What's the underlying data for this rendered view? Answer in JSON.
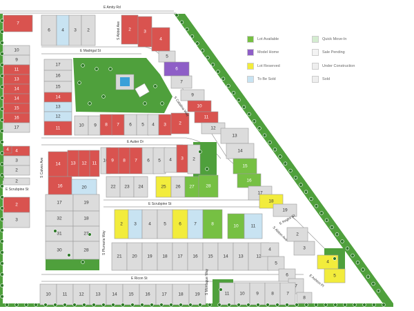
{
  "colors": {
    "available": "#76c043",
    "sold": "#d9534f",
    "model": "#8e5ec7",
    "reserved": "#f2ec3c",
    "quick": "#c8e3f2",
    "pending": "#e8e8e8",
    "construction": "#e8e8e8",
    "future": "#dcdcdc",
    "street": "#ffffff",
    "park": "#4fa03c",
    "roadEdge": "#9a9a9a"
  },
  "streets": {
    "amity": "E Amity Rd",
    "madrigal": "E Madrigal St",
    "abbot": "S Abbot Ave",
    "catalina": "S Catalina Way",
    "autier": "E Autier Dr",
    "calves": "S Calves Ave",
    "scrubpine_w": "E Scrubpine St",
    "scrubpine_c": "E Scrubpine St",
    "plumaria": "S Plumaria Way",
    "alston": "S Alston Ave",
    "keglor": "E Keglor St",
    "ricon": "E Ricon St",
    "montague": "S Montague Way",
    "ashton": "E Ashton Pl"
  },
  "legend": [
    {
      "key": "available",
      "label": "Lot Available",
      "color": "#76c043"
    },
    {
      "key": "quick",
      "label": "Quick Move-In",
      "color": "#d4ecd0"
    },
    {
      "key": "model",
      "label": "Model Home",
      "color": "#8e5ec7"
    },
    {
      "key": "pending",
      "label": "Sale Pending",
      "color": "#f3f3f3"
    },
    {
      "key": "reserved",
      "label": "Lot Reserved",
      "color": "#f2ec3c"
    },
    {
      "key": "construction",
      "label": "Under Construction",
      "color": "#eeeeee"
    },
    {
      "key": "sold_future",
      "label": "To Be Sold",
      "color": "#c8e3f2"
    },
    {
      "key": "sold",
      "label": "Sold",
      "color": "#eeeeee"
    }
  ],
  "lots": [
    {
      "n": "7",
      "s": "sold"
    },
    {
      "n": "6",
      "s": "future"
    },
    {
      "n": "4",
      "s": "quick"
    },
    {
      "n": "3",
      "s": "future"
    },
    {
      "n": "2",
      "s": "future"
    },
    {
      "n": "10",
      "s": "future"
    },
    {
      "n": "9",
      "s": "future"
    },
    {
      "n": "11",
      "s": "sold"
    },
    {
      "n": "13",
      "s": "sold"
    },
    {
      "n": "14",
      "s": "sold"
    },
    {
      "n": "14",
      "s": "sold"
    },
    {
      "n": "15",
      "s": "sold"
    },
    {
      "n": "16",
      "s": "sold"
    },
    {
      "n": "17",
      "s": "future"
    },
    {
      "n": "4",
      "s": "sold"
    },
    {
      "n": "3",
      "s": "future"
    },
    {
      "n": "2",
      "s": "future"
    },
    {
      "n": "17",
      "s": "future"
    },
    {
      "n": "16",
      "s": "future"
    },
    {
      "n": "15",
      "s": "future"
    },
    {
      "n": "14",
      "s": "sold"
    },
    {
      "n": "13",
      "s": "quick"
    },
    {
      "n": "12",
      "s": "quick"
    },
    {
      "n": "11",
      "s": "sold"
    },
    {
      "n": "2",
      "s": "sold"
    },
    {
      "n": "3",
      "s": "sold"
    },
    {
      "n": "4",
      "s": "sold"
    },
    {
      "n": "5",
      "s": "future"
    },
    {
      "n": "6",
      "s": "model"
    },
    {
      "n": "7",
      "s": "future"
    },
    {
      "n": "9",
      "s": "future"
    },
    {
      "n": "10",
      "s": "sold"
    },
    {
      "n": "11",
      "s": "sold"
    },
    {
      "n": "12",
      "s": "future"
    },
    {
      "n": "10",
      "s": "future"
    },
    {
      "n": "9",
      "s": "future"
    },
    {
      "n": "8",
      "s": "sold"
    },
    {
      "n": "7",
      "s": "sold"
    },
    {
      "n": "6",
      "s": "future"
    },
    {
      "n": "5",
      "s": "future"
    },
    {
      "n": "4",
      "s": "future"
    },
    {
      "n": "3",
      "s": "sold"
    },
    {
      "n": "2",
      "s": "sold"
    },
    {
      "n": "13",
      "s": "future"
    },
    {
      "n": "14",
      "s": "future"
    },
    {
      "n": "15",
      "s": "available"
    },
    {
      "n": "16",
      "s": "available"
    },
    {
      "n": "17",
      "s": "future"
    },
    {
      "n": "18",
      "s": "reserved"
    },
    {
      "n": "19",
      "s": "future"
    },
    {
      "n": "14",
      "s": "sold"
    },
    {
      "n": "13",
      "s": "sold"
    },
    {
      "n": "12",
      "s": "sold"
    },
    {
      "n": "11",
      "s": "sold"
    },
    {
      "n": "10",
      "s": "future"
    },
    {
      "n": "9",
      "s": "sold"
    },
    {
      "n": "8",
      "s": "sold"
    },
    {
      "n": "7",
      "s": "sold"
    },
    {
      "n": "6",
      "s": "future"
    },
    {
      "n": "5",
      "s": "future"
    },
    {
      "n": "4",
      "s": "future"
    },
    {
      "n": "3",
      "s": "sold"
    },
    {
      "n": "2",
      "s": "future"
    },
    {
      "n": "16",
      "s": "sold"
    },
    {
      "n": "20",
      "s": "quick"
    },
    {
      "n": "22",
      "s": "future"
    },
    {
      "n": "23",
      "s": "future"
    },
    {
      "n": "24",
      "s": "future"
    },
    {
      "n": "25",
      "s": "reserved"
    },
    {
      "n": "26",
      "s": "future"
    },
    {
      "n": "27",
      "s": "available"
    },
    {
      "n": "28",
      "s": "available"
    },
    {
      "n": "4",
      "s": "sold"
    },
    {
      "n": "2",
      "s": "future"
    },
    {
      "n": "2",
      "s": "sold"
    },
    {
      "n": "3",
      "s": "future"
    },
    {
      "n": "17",
      "s": "future"
    },
    {
      "n": "19",
      "s": "future"
    },
    {
      "n": "32",
      "s": "future"
    },
    {
      "n": "18",
      "s": "future"
    },
    {
      "n": "31",
      "s": "future"
    },
    {
      "n": "27",
      "s": "future"
    },
    {
      "n": "30",
      "s": "future"
    },
    {
      "n": "28",
      "s": "future"
    },
    {
      "n": "2",
      "s": "reserved"
    },
    {
      "n": "3",
      "s": "quick"
    },
    {
      "n": "4",
      "s": "future"
    },
    {
      "n": "5",
      "s": "future"
    },
    {
      "n": "6",
      "s": "reserved"
    },
    {
      "n": "7",
      "s": "quick"
    },
    {
      "n": "8",
      "s": "available"
    },
    {
      "n": "10",
      "s": "available"
    },
    {
      "n": "11",
      "s": "quick"
    },
    {
      "n": "21",
      "s": "future"
    },
    {
      "n": "20",
      "s": "future"
    },
    {
      "n": "19",
      "s": "future"
    },
    {
      "n": "18",
      "s": "future"
    },
    {
      "n": "17",
      "s": "future"
    },
    {
      "n": "16",
      "s": "future"
    },
    {
      "n": "15",
      "s": "future"
    },
    {
      "n": "14",
      "s": "future"
    },
    {
      "n": "13",
      "s": "future"
    },
    {
      "n": "12",
      "s": "future"
    },
    {
      "n": "2",
      "s": "future"
    },
    {
      "n": "3",
      "s": "future"
    },
    {
      "n": "4",
      "s": "reserved"
    },
    {
      "n": "5",
      "s": "reserved"
    },
    {
      "n": "4",
      "s": "future"
    },
    {
      "n": "5",
      "s": "future"
    },
    {
      "n": "6",
      "s": "future"
    },
    {
      "n": "7",
      "s": "future"
    },
    {
      "n": "8",
      "s": "future"
    },
    {
      "n": "10",
      "s": "future"
    },
    {
      "n": "11",
      "s": "future"
    },
    {
      "n": "12",
      "s": "future"
    },
    {
      "n": "13",
      "s": "future"
    },
    {
      "n": "14",
      "s": "future"
    },
    {
      "n": "15",
      "s": "future"
    },
    {
      "n": "16",
      "s": "future"
    },
    {
      "n": "17",
      "s": "future"
    },
    {
      "n": "18",
      "s": "future"
    },
    {
      "n": "19",
      "s": "future"
    },
    {
      "n": "11",
      "s": "future"
    },
    {
      "n": "10",
      "s": "future"
    },
    {
      "n": "9",
      "s": "future"
    },
    {
      "n": "8",
      "s": "future"
    },
    {
      "n": "7",
      "s": "future"
    }
  ]
}
